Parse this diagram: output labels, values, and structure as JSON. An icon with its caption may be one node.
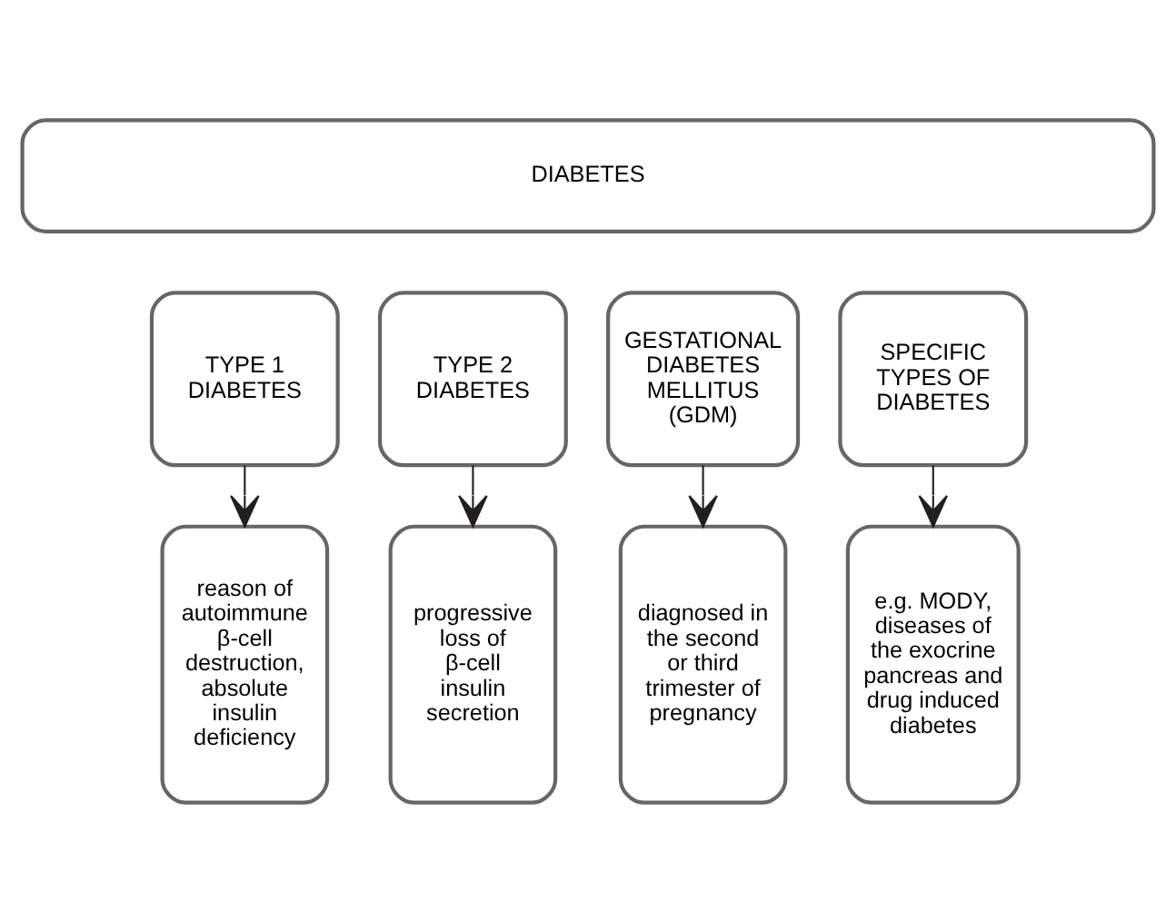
{
  "diagram": {
    "nodes": [
      {
        "text": [
          "DIABETES"
        ]
      },
      {
        "text": [
          "TYPE 1 DIABETES"
        ]
      },
      {
        "text": [
          "TYPE 2 DIABETES"
        ]
      },
      {
        "text": [
          "GESTATIONAL DIABETES MELLITUS (GDM)"
        ]
      },
      {
        "text": [
          "SPECIFIC TYPES OF DIABETES"
        ]
      },
      {
        "text": [
          "reason of autoimmune β-cell destruction, absolute insulin deficiency"
        ]
      },
      {
        "text": [
          "progressive loss of β-cell insulin secretion"
        ]
      },
      {
        "text": [
          "diagnosed in the second or third trimester of pregnancy"
        ]
      },
      {
        "text": [
          "e.g. MODY, diseases of the exocrine pancreas and drug induced diabetes"
        ]
      }
    ],
    "edges": [
      {
        "from": 1,
        "to": 5,
        "arrow": "to"
      },
      {
        "from": 2,
        "to": 6,
        "arrow": "to"
      },
      {
        "from": 3,
        "to": 7,
        "arrow": "to"
      },
      {
        "from": 4,
        "to": 8,
        "arrow": "to"
      }
    ]
  }
}
